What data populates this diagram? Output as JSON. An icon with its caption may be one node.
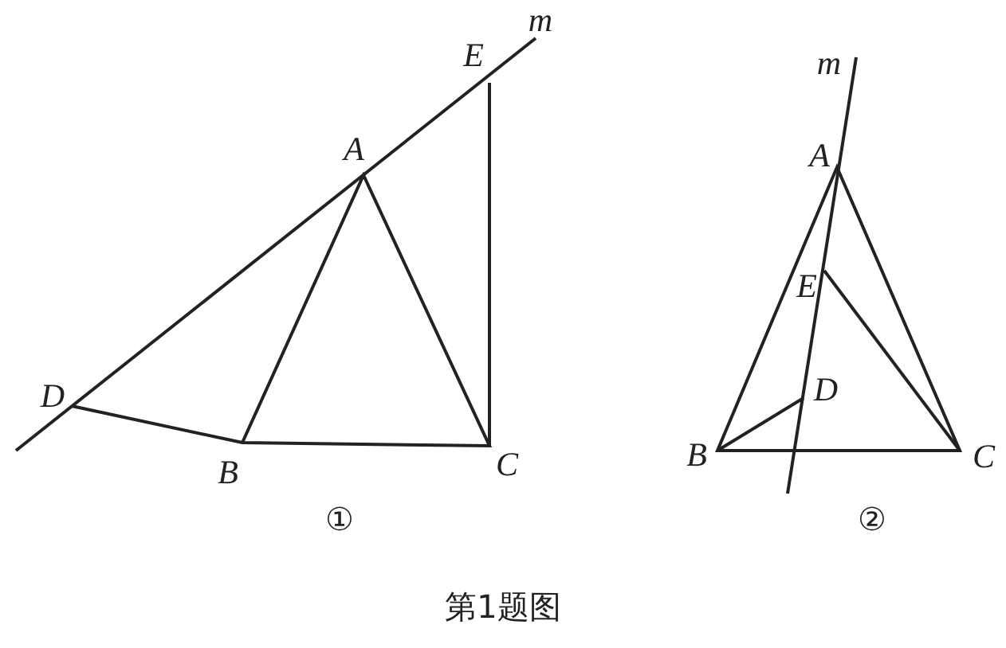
{
  "diagram": {
    "caption": "第1题图",
    "labels": [
      "m",
      "E",
      "A",
      "D",
      "B",
      "C",
      "①",
      "m",
      "A",
      "E",
      "D",
      "B",
      "C",
      "②"
    ]
  }
}
